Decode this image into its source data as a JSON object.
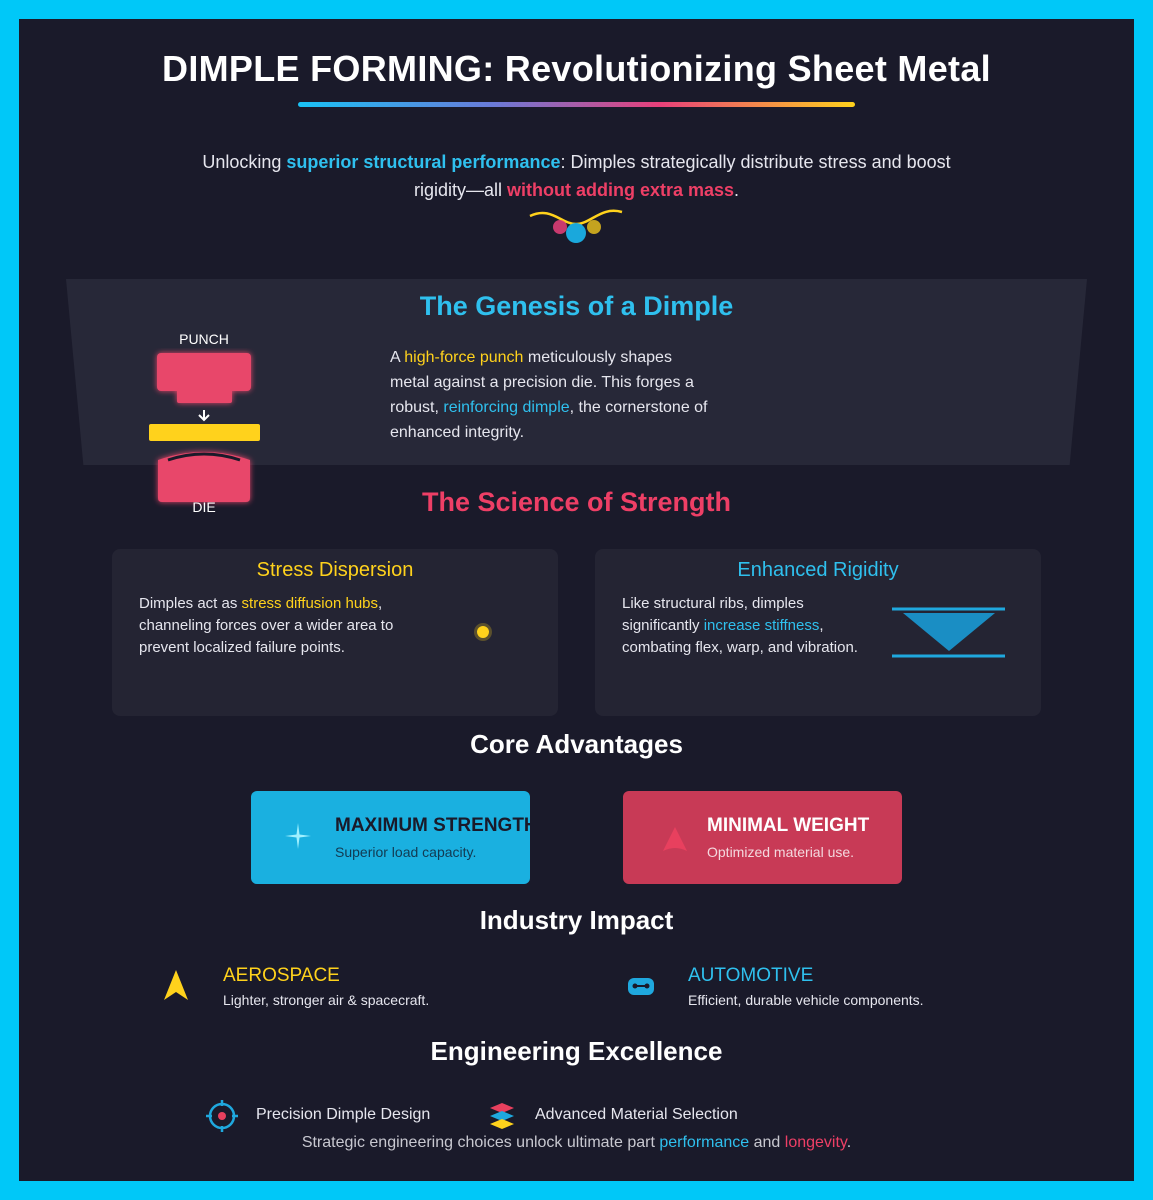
{
  "header": {
    "title": "DIMPLE FORMING: Revolutionizing Sheet Metal"
  },
  "intro": {
    "t1": "Unlocking ",
    "h1": "superior structural performance",
    "t2": ": Dimples strategically distribute stress and boost rigidity—all ",
    "h2": "without adding extra mass",
    "t3": "."
  },
  "genesis": {
    "title": "The Genesis of a Dimple",
    "punch_label": "PUNCH",
    "die_label": "DIE",
    "t1": "A ",
    "h1": "high-force punch",
    "t2": " meticulously shapes metal against a precision die. This forges a robust, ",
    "h2": "reinforcing dimple",
    "t3": ", the cornerstone of enhanced integrity."
  },
  "science": {
    "title": "The Science of Strength",
    "stress": {
      "title": "Stress Dispersion",
      "t1": "Dimples act as ",
      "h1": "stress diffusion hubs",
      "t2": ", channeling forces over a wider area to prevent localized failure points."
    },
    "rigidity": {
      "title": "Enhanced Rigidity",
      "t1": "Like structural ribs, dimples significantly ",
      "h1": "increase stiffness",
      "t2": ", combating flex, warp, and vibration."
    }
  },
  "advantages": {
    "title": "Core Advantages",
    "items": [
      {
        "title": "MAXIMUM STRENGTH",
        "subtitle": "Superior load capacity.",
        "icon": "sparkle-icon",
        "color": "#1ab0e0"
      },
      {
        "title": "MINIMAL WEIGHT",
        "subtitle": "Optimized material use.",
        "icon": "feather-icon",
        "color": "#c83a56"
      }
    ]
  },
  "industry": {
    "title": "Industry Impact",
    "items": [
      {
        "title": "AEROSPACE",
        "text": "Lighter, stronger air & spacecraft.",
        "icon": "rocket-icon"
      },
      {
        "title": "AUTOMOTIVE",
        "text": "Efficient, durable vehicle components.",
        "icon": "car-icon"
      }
    ]
  },
  "excellence": {
    "title": "Engineering Excellence",
    "items": [
      {
        "label": "Precision Dimple Design",
        "icon": "crosshair-icon"
      },
      {
        "label": "Advanced Material Selection",
        "icon": "layers-icon"
      }
    ],
    "footer": {
      "t1": "Strategic engineering choices unlock ultimate part ",
      "h1": "performance",
      "t2": " and ",
      "h2": "longevity",
      "t3": "."
    }
  },
  "colors": {
    "frame": "#00c8f8",
    "background": "#1a1a2a",
    "cyan": "#2fc0ee",
    "yellow": "#ffd21c",
    "pink": "#ee3f66"
  }
}
